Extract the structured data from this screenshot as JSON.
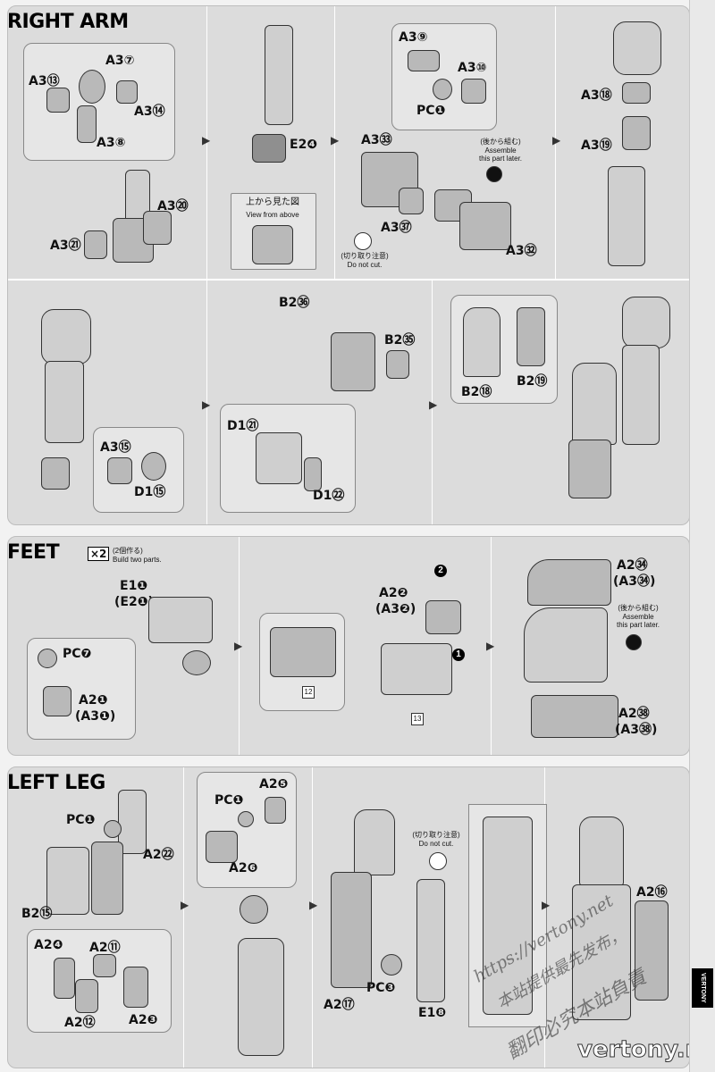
{
  "sections": {
    "right_arm": {
      "title": "RIGHT ARM"
    },
    "feet": {
      "title": "FEET",
      "multiplier": "×2",
      "note_jp": "(2個作る)",
      "note_en": "Build two parts."
    },
    "left_leg": {
      "title": "LEFT LEG"
    }
  },
  "notes": {
    "view_jp": "上から見た図",
    "view_en": "View from above",
    "later_jp": "(後から組む)",
    "later_en1": "Assemble",
    "later_en2": "this part later.",
    "cut_jp": "(切り取り注意)",
    "cut_en": "Do not cut."
  },
  "labels": {
    "ra_a37": "A3⑦",
    "ra_a313": "A3⑬",
    "ra_a314": "A3⑭",
    "ra_a38": "A3⑧",
    "ra_a320": "A3⑳",
    "ra_a321": "A3㉑",
    "ra_e24": "E2❹",
    "ra_a39": "A3⑨",
    "ra_a310": "A3⑩",
    "ra_pc1": "PC❶",
    "ra_a333": "A3㉝",
    "ra_a337": "A3㊲",
    "ra_a332": "A3㉜",
    "ra_a318": "A3⑱",
    "ra_a319": "A3⑲",
    "ra_b236": "B2㊱",
    "ra_b235": "B2㉟",
    "ra_d121": "D1㉑",
    "ra_d122": "D1㉒",
    "ra_a315": "A3⑮",
    "ra_d115": "D1⑮",
    "ra_b218": "B2⑱",
    "ra_b219": "B2⑲",
    "ft_e11": "E1❶",
    "ft_e21": "(E2❶)",
    "ft_pc7": "PC❼",
    "ft_a21": "A2❶",
    "ft_a31": "(A3❶)",
    "ft_a22": "A2❷",
    "ft_a32": "(A3❷)",
    "ft_n12": "12",
    "ft_n13": "13",
    "ft_a234": "A2㉞",
    "ft_a334": "(A3㉞)",
    "ft_a238": "A2㊳",
    "ft_a338": "(A3㊳)",
    "ft_step1": "1",
    "ft_step2": "2",
    "ll_pc1": "PC❶",
    "ll_a222": "A2㉒",
    "ll_b215": "B2⑮",
    "ll_a24": "A2❹",
    "ll_a211": "A2⑪",
    "ll_a212": "A2⑫",
    "ll_a23": "A2❸",
    "ll_pc1b": "PC❶",
    "ll_a25": "A2❺",
    "ll_a26": "A2❻",
    "ll_a217": "A2⑰",
    "ll_pc3": "PC❸",
    "ll_e18": "E1❽",
    "ll_a216": "A2⑯"
  },
  "watermarks": {
    "url": "https://vertony.net",
    "jp1": "本站提供最先发布，",
    "jp2": "翻印必究本站負責",
    "site": "vertony.net",
    "tag": "VERTONY"
  }
}
